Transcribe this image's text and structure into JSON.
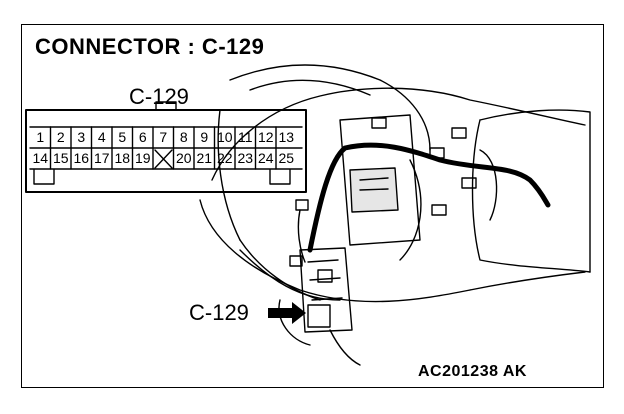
{
  "title": "CONNECTOR : C-129",
  "connector": {
    "label": "C-129",
    "pins_top": [
      "1",
      "2",
      "3",
      "4",
      "5",
      "6",
      "7",
      "8",
      "9",
      "10",
      "11",
      "12",
      "13"
    ],
    "pins_bottom": [
      "14",
      "15",
      "16",
      "17",
      "18",
      "19",
      "",
      "20",
      "21",
      "22",
      "23",
      "24",
      "25"
    ]
  },
  "pointer_label": "C-129",
  "reference_code": "AC201238  AK"
}
